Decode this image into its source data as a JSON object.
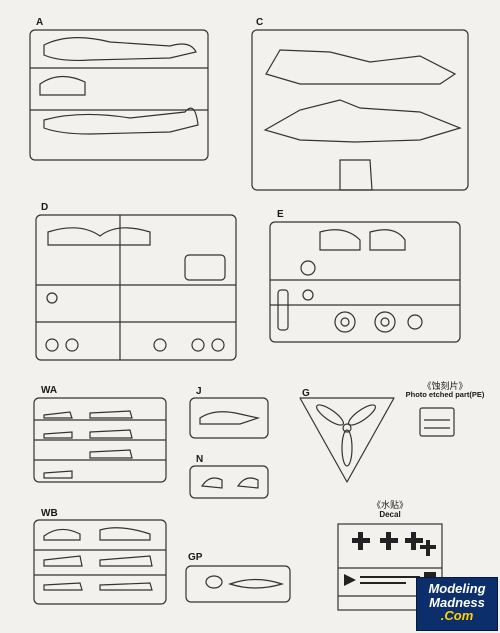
{
  "sprue_labels": {
    "a": "A",
    "c": "C",
    "d": "D",
    "e": "E",
    "wa": "WA",
    "j": "J",
    "n": "N",
    "g": "G",
    "wb": "WB",
    "gp": "GP"
  },
  "photo_etched": {
    "title_cn": "《蚀刻片》",
    "title_en": "Photo etched part(PE)"
  },
  "decal": {
    "title_cn": "《水贴》",
    "title_en": "Decal"
  },
  "watermark": {
    "line1": "Modeling",
    "line2": "Madness",
    "line3": ".Com"
  }
}
